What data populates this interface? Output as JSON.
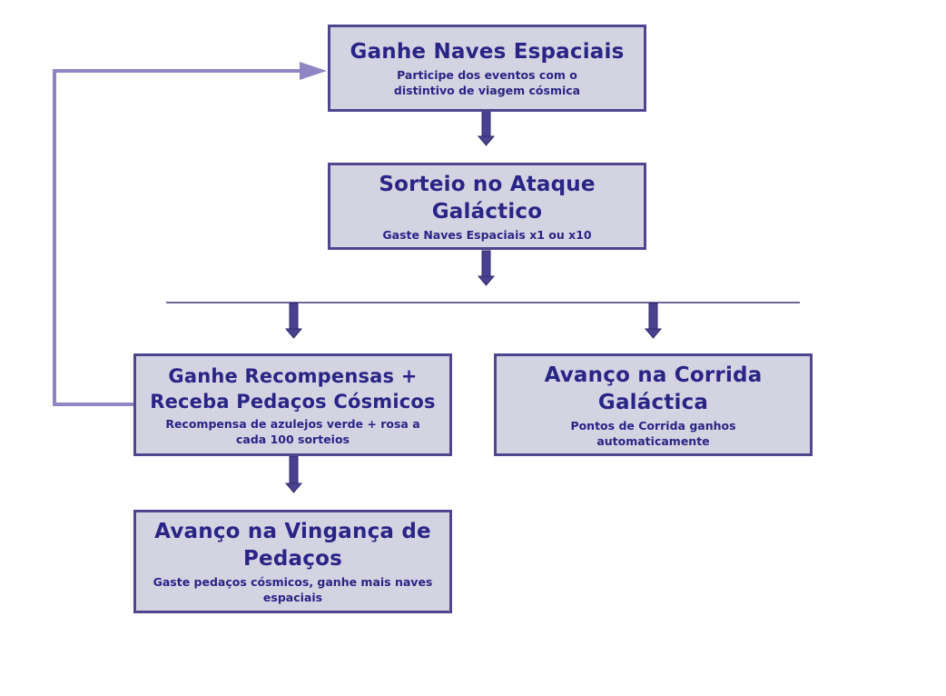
{
  "colors": {
    "box_fill": "#d4d3e2",
    "box_border": "#4f468f",
    "text": "#2a2486",
    "feedback_line": "#8f86c4",
    "arrow_fill": "#4a4290"
  },
  "boxes": {
    "earn_ships": {
      "title": "Ganhe Naves Espaciais",
      "subtitle": "Participe dos eventos com o distintivo de viagem cósmica"
    },
    "galactic_attack": {
      "title": "Sorteio no Ataque Galáctico",
      "subtitle": "Gaste Naves Espaciais x1 ou x10"
    },
    "earn_rewards": {
      "title": "Ganhe Recompensas + Receba Pedaços Cósmicos",
      "subtitle": "Recompensa de azulejos verde + rosa a cada 100 sorteios"
    },
    "galactic_race": {
      "title": "Avanço na Corrida Galáctica",
      "subtitle": "Pontos de Corrida ganhos automaticamente"
    },
    "pieces_revenge": {
      "title": "Avanço na Vingança de Pedaços",
      "subtitle": "Gaste pedaços cósmicos, ganhe mais naves espaciais"
    }
  }
}
